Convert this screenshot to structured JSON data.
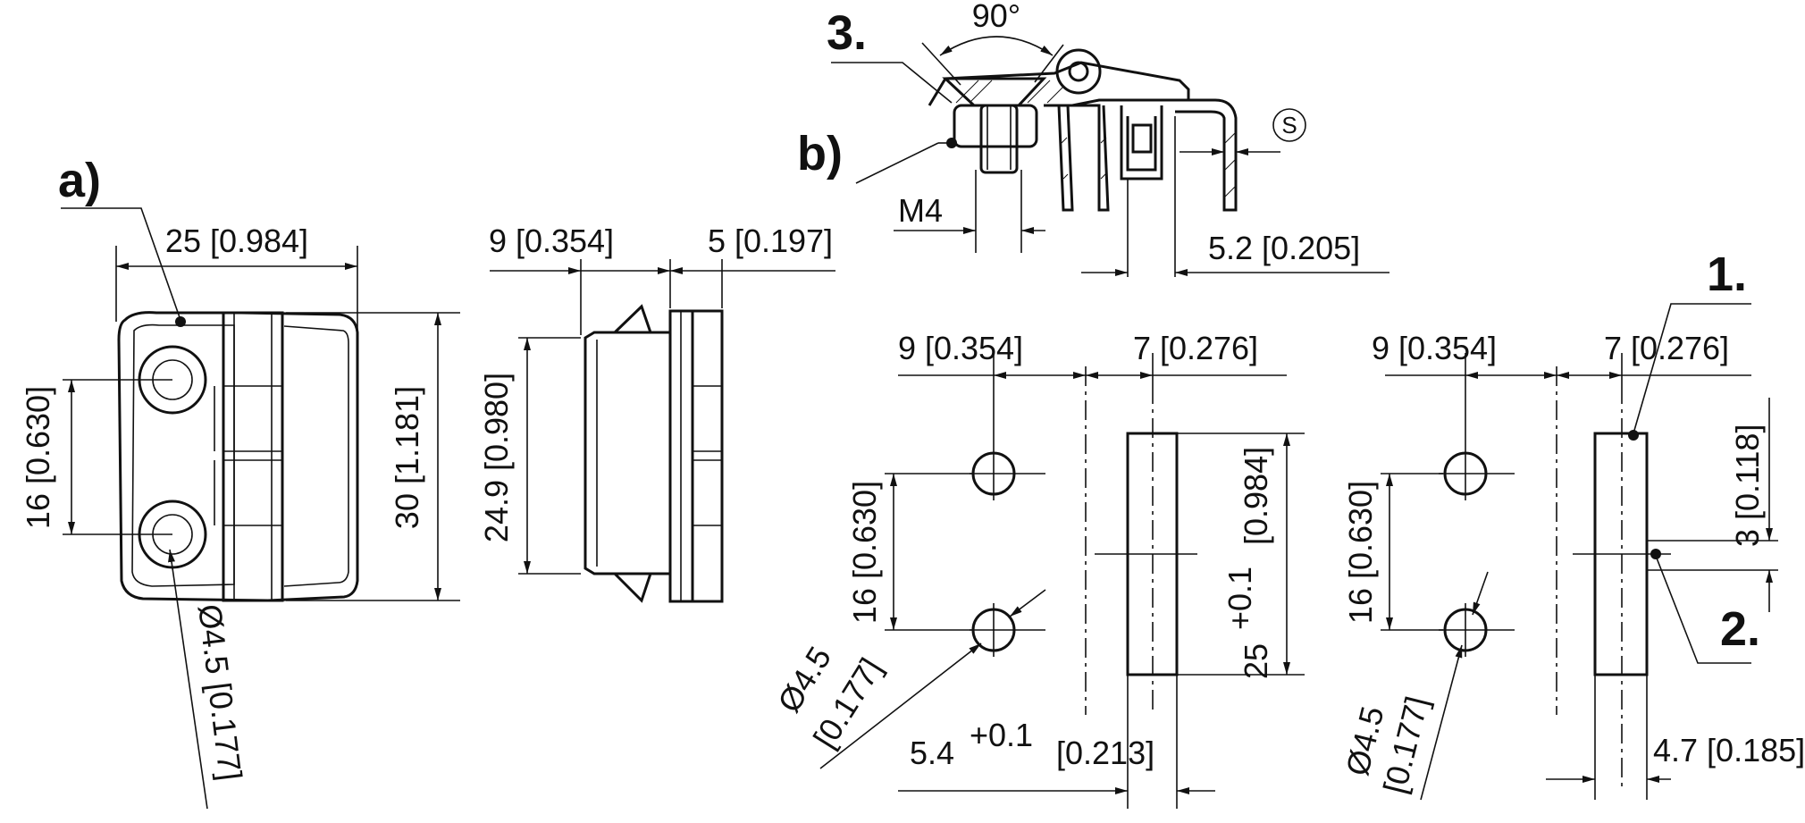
{
  "callouts": {
    "a": "a)",
    "b": "b)",
    "one": "1.",
    "two": "2.",
    "three": "3.",
    "s_symbol": "S"
  },
  "front_view": {
    "width": "25 [0.984]",
    "hole_spacing": "16 [0.630]",
    "height": "30 [1.181]",
    "hole_diameter": "Ø4.5 [0.177]"
  },
  "side_view": {
    "leaf_depth": "9 [0.354]",
    "knuckle_depth": "5 [0.197]",
    "body_height": "24.9 [0.980]"
  },
  "section_view": {
    "angle": "90°",
    "thread": "M4",
    "offset": "5.2 [0.205]"
  },
  "cutout_left": {
    "left_offset": "9 [0.354]",
    "right_offset": "7 [0.276]",
    "hole_spacing": "16 [0.630]",
    "hole_diameter_a": "Ø4.5",
    "hole_diameter_b": "[0.177]",
    "slot_length_main": "25",
    "slot_length_tol": "+0.1",
    "slot_length_inch": "[0.984]",
    "slot_width_main": "5.4",
    "slot_width_tol": "+0.1",
    "slot_width_inch": "[0.213]"
  },
  "cutout_right": {
    "left_offset": "9 [0.354]",
    "right_offset": "7 [0.276]",
    "hole_spacing": "16 [0.630]",
    "top_offset": "3 [0.118]",
    "hole_diameter_a": "Ø4.5",
    "hole_diameter_b": "[0.177]",
    "slot_width": "4.7 [0.185]"
  }
}
